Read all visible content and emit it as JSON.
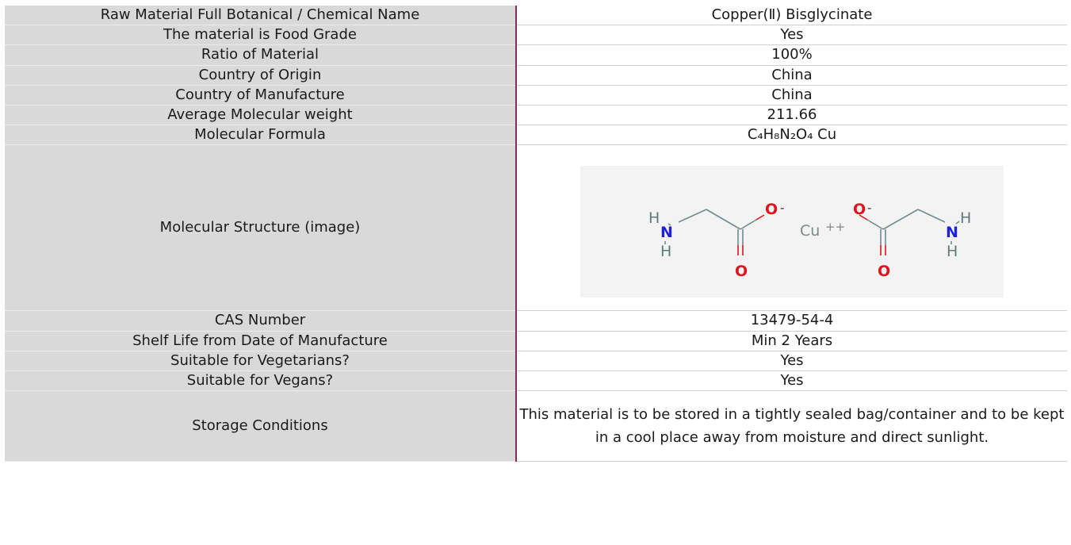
{
  "rows": [
    {
      "label": "Raw Material Full Botanical / Chemical Name",
      "value": "Copper(Ⅱ) Bisglycinate"
    },
    {
      "label": "The material is Food Grade",
      "value": "Yes"
    },
    {
      "label": "Ratio of Material",
      "value": "100%"
    },
    {
      "label": "Country of Origin",
      "value": "China"
    },
    {
      "label": "Country of Manufacture",
      "value": "China"
    },
    {
      "label": "Average Molecular weight",
      "value": "211.66"
    },
    {
      "label": "Molecular Formula",
      "value": "C₄H₈N₂O₄ Cu"
    },
    {
      "label": "Molecular Structure (image)"
    },
    {
      "label": "CAS Number",
      "value": "13479-54-4"
    },
    {
      "label": "Shelf Life from Date of Manufacture",
      "value": "Min 2 Years"
    },
    {
      "label": "Suitable for Vegetarians?",
      "value": "Yes"
    },
    {
      "label": "Suitable for Vegans?",
      "value": "Yes"
    },
    {
      "label": "Storage Conditions",
      "value": "This material is to be stored in a tightly sealed bag/container and to be kept in a cool place away from moisture and direct sunlight."
    }
  ],
  "structure": {
    "atoms": {
      "H": "H",
      "N": "N",
      "O": "O",
      "Cu": "Cu",
      "minus": "-",
      "plus2": "++"
    },
    "colors": {
      "bond": "#6f8c8c",
      "hydrogen": "#5f7a7a",
      "nitrogen": "#1f1fe0",
      "oxygen": "#e0141e",
      "copper": "#7a8a8a"
    }
  }
}
